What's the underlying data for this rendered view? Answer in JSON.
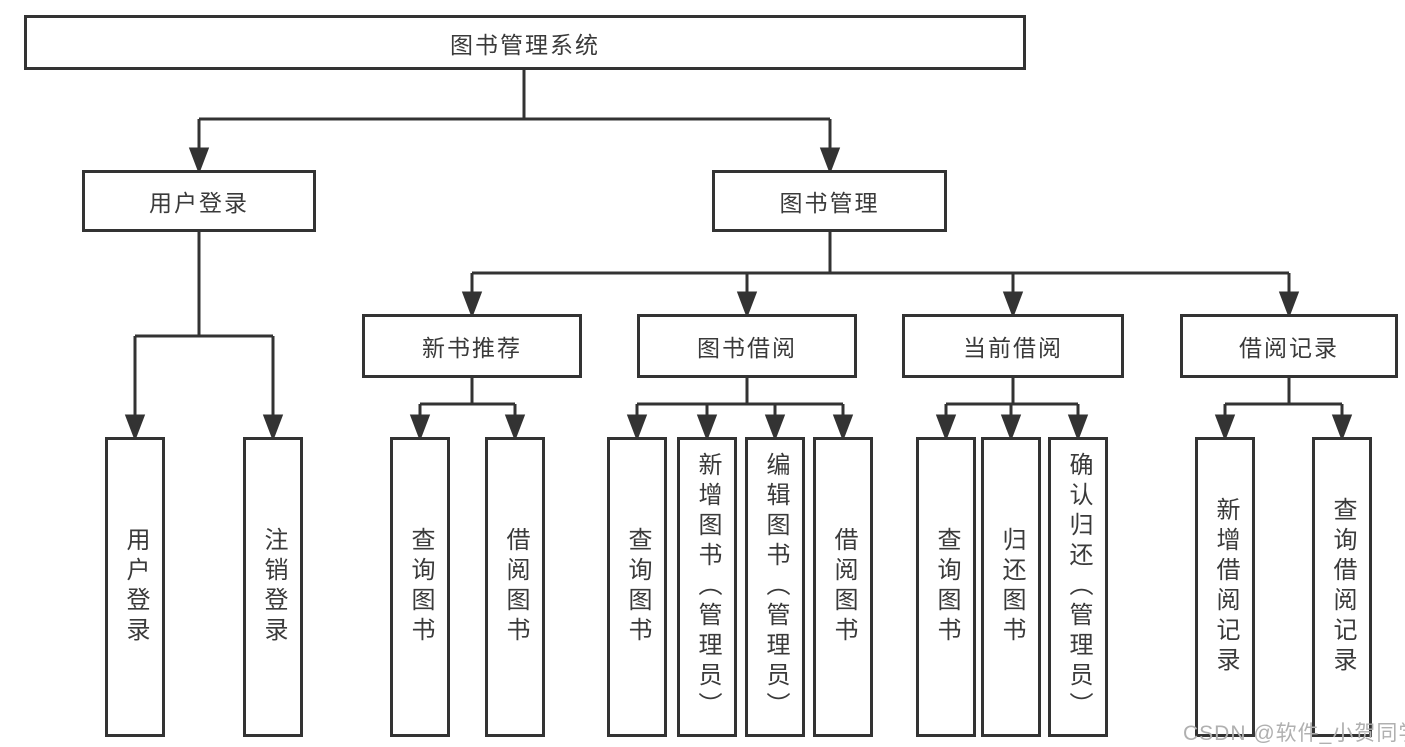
{
  "diagram": {
    "root": {
      "label": "图书管理系统"
    },
    "level2": {
      "user_login": {
        "label": "用户登录"
      },
      "book_mgmt": {
        "label": "图书管理"
      }
    },
    "level3": {
      "new_books": {
        "label": "新书推荐"
      },
      "book_borrow": {
        "label": "图书借阅"
      },
      "current_borrow": {
        "label": "当前借阅"
      },
      "borrow_records": {
        "label": "借阅记录"
      }
    },
    "leaves": {
      "user_login": [
        "用户登录",
        "注销登录"
      ],
      "new_books": [
        "查询图书",
        "借阅图书"
      ],
      "book_borrow": [
        "查询图书",
        "新增图书（管理员）",
        "编辑图书（管理员）",
        "借阅图书"
      ],
      "current_borrow": [
        "查询图书",
        "归还图书",
        "确认归还（管理员）"
      ],
      "borrow_records": [
        "新增借阅记录",
        "查询借阅记录"
      ]
    }
  },
  "watermark": "CSDN @软件_小贺同学",
  "colors": {
    "line": "#333333",
    "text": "#3a3a3a",
    "watermark": "#b0b0b0",
    "background": "#ffffff"
  }
}
